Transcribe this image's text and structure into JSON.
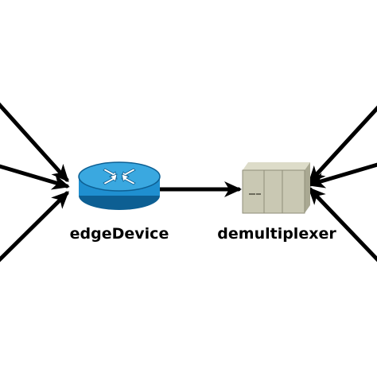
{
  "diagram": {
    "nodes": [
      {
        "id": "edgeDevice",
        "label": "edgeDevice",
        "kind": "router-icon"
      },
      {
        "id": "demultiplexer",
        "label": "demultiplexer",
        "kind": "server-box-icon"
      }
    ],
    "edges": [
      {
        "from": "off-left-upper",
        "to": "edgeDevice"
      },
      {
        "from": "off-left-middle",
        "to": "edgeDevice"
      },
      {
        "from": "off-left-lower",
        "to": "edgeDevice"
      },
      {
        "from": "edgeDevice",
        "to": "demultiplexer"
      },
      {
        "from": "off-right-upper",
        "to": "demultiplexer"
      },
      {
        "from": "off-right-middle",
        "to": "demultiplexer"
      },
      {
        "from": "off-right-lower",
        "to": "demultiplexer"
      }
    ],
    "colors": {
      "router_body": "#1f8fd0",
      "router_top": "#3aa8e0",
      "router_rim": "#0d5f93",
      "server_front": "#c9c8b3",
      "server_side": "#a9a892",
      "server_top": "#dddcc9",
      "edge": "#000000"
    }
  }
}
